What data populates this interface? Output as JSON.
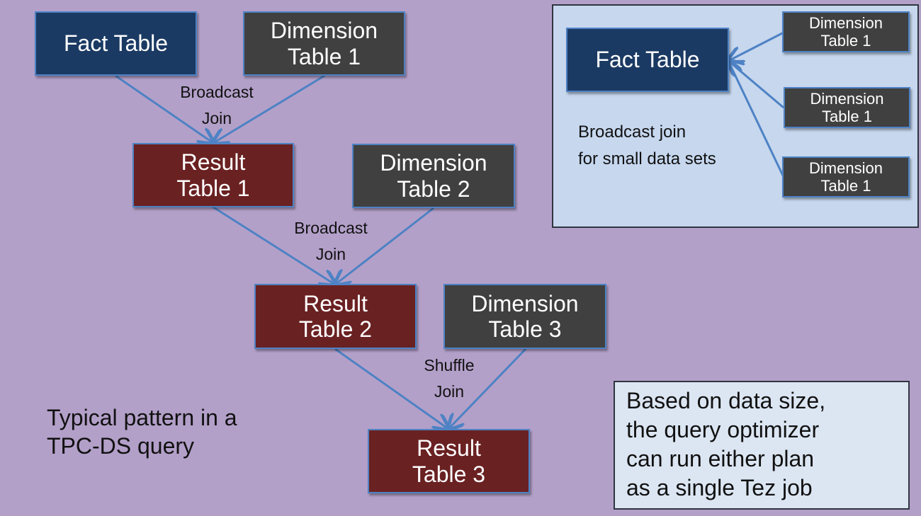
{
  "main_flow": {
    "fact_table": "Fact Table",
    "dimension_1": "Dimension\nTable 1",
    "join_1": "Broadcast\nJoin",
    "result_1": "Result\nTable 1",
    "dimension_2": "Dimension\nTable 2",
    "join_2": "Broadcast\nJoin",
    "result_2": "Result\nTable 2",
    "dimension_3": "Dimension\nTable 3",
    "join_3": "Shuffle\nJoin",
    "result_3": "Result\nTable 3"
  },
  "pattern_note": "Typical pattern in a\nTPC-DS query",
  "inset": {
    "fact_table": "Fact Table",
    "dimensions": [
      "Dimension\nTable 1",
      "Dimension\nTable 1",
      "Dimension\nTable 1"
    ],
    "note": "Broadcast join\nfor small data sets"
  },
  "summary_note": "Based on data size,\nthe query optimizer\ncan run either plan\nas a single Tez job",
  "colors": {
    "background": "#b3a0c9",
    "fact_table": "#1b3a63",
    "dimension_table": "#404040",
    "result_table": "#6a2122",
    "connector": "#4e82c4",
    "inset_background": "#c6d7ee",
    "summary_background": "#dce6f3"
  }
}
